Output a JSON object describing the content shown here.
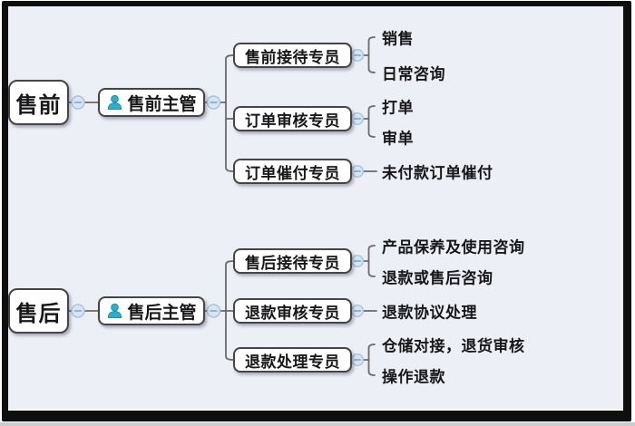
{
  "colors": {
    "frame_border": "#0f0f10",
    "canvas": "#edeff6",
    "box_border": "#454547",
    "box_fill": "#ffffff",
    "line": "#6b6b6b",
    "collapse_fill": "#d7e4f2",
    "collapse_border": "#a6c3de",
    "collapse_minus": "#86add0",
    "person_icon": "#2eaecd",
    "text": "#17171a"
  },
  "icons": {
    "supervisor": "person-icon",
    "branch_toggle": "collapse-minus-icon"
  },
  "trees": [
    {
      "root": "售前",
      "supervisor": "售前主管",
      "groups": [
        {
          "label": "售前接待专员",
          "leaves": [
            "销售",
            "日常咨询"
          ]
        },
        {
          "label": "订单审核专员",
          "leaves": [
            "打单",
            "审单"
          ]
        },
        {
          "label": "订单催付专员",
          "leaves": [
            "未付款订单催付"
          ]
        }
      ]
    },
    {
      "root": "售后",
      "supervisor": "售后主管",
      "groups": [
        {
          "label": "售后接待专员",
          "leaves": [
            "产品保养及使用咨询",
            "退款或售后咨询"
          ]
        },
        {
          "label": "退款审核专员",
          "leaves": [
            "退款协议处理"
          ]
        },
        {
          "label": "退款处理专员",
          "leaves": [
            "仓储对接，退货审核",
            "操作退款"
          ]
        }
      ]
    }
  ]
}
